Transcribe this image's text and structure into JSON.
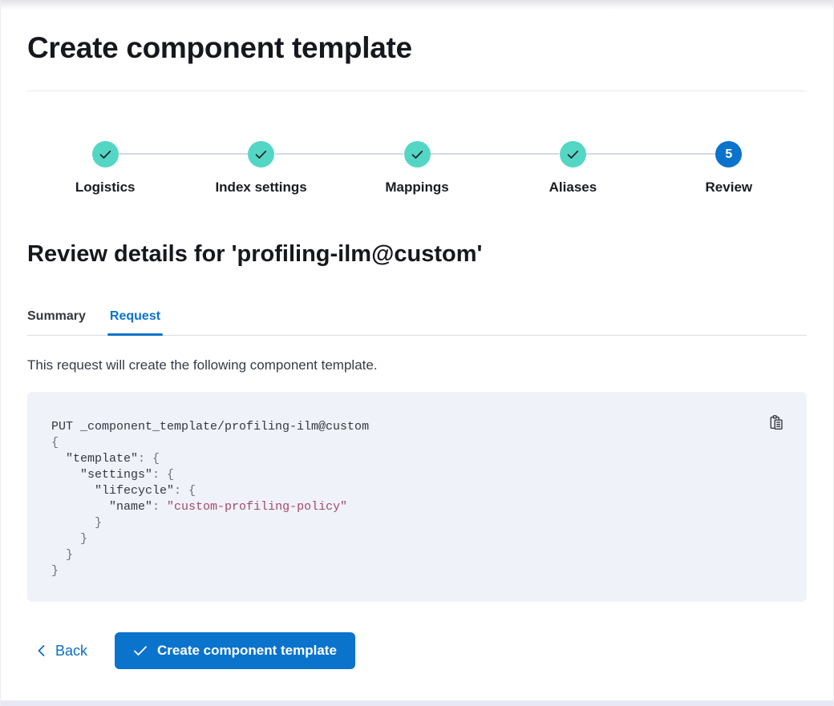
{
  "page": {
    "title": "Create component template"
  },
  "stepper": {
    "steps": [
      {
        "label": "Logistics",
        "status": "complete"
      },
      {
        "label": "Index settings",
        "status": "complete"
      },
      {
        "label": "Mappings",
        "status": "complete"
      },
      {
        "label": "Aliases",
        "status": "complete"
      },
      {
        "label": "Review",
        "status": "current",
        "number": "5"
      }
    ]
  },
  "review": {
    "heading": "Review details for 'profiling-ilm@custom'",
    "tabs": [
      {
        "label": "Summary",
        "active": false
      },
      {
        "label": "Request",
        "active": true
      }
    ],
    "description": "This request will create the following component template."
  },
  "code": {
    "copy_icon": "copy-clipboard-icon",
    "lines": [
      [
        {
          "t": "PUT _component_template/profiling-ilm@custom",
          "c": "k"
        }
      ],
      [
        {
          "t": "{",
          "c": "g"
        }
      ],
      [
        {
          "t": "  \"template\"",
          "c": "k"
        },
        {
          "t": ": {",
          "c": "g"
        }
      ],
      [
        {
          "t": "    \"settings\"",
          "c": "k"
        },
        {
          "t": ": {",
          "c": "g"
        }
      ],
      [
        {
          "t": "      \"lifecycle\"",
          "c": "k"
        },
        {
          "t": ": {",
          "c": "g"
        }
      ],
      [
        {
          "t": "        \"name\"",
          "c": "k"
        },
        {
          "t": ": ",
          "c": "g"
        },
        {
          "t": "\"custom-profiling-policy\"",
          "c": "s"
        }
      ],
      [
        {
          "t": "      }",
          "c": "g"
        }
      ],
      [
        {
          "t": "    }",
          "c": "g"
        }
      ],
      [
        {
          "t": "  }",
          "c": "g"
        }
      ],
      [
        {
          "t": "}",
          "c": "g"
        }
      ]
    ]
  },
  "footer": {
    "back_label": "Back",
    "submit_label": "Create component template"
  },
  "colors": {
    "step_complete_teal": "#54d6c5",
    "step_current_blue": "#0a73cc",
    "primary_button_blue": "#0a73cc",
    "link_blue": "#0a6cc8",
    "tab_active_blue": "#0a73cc",
    "code_background": "#f0f2fa",
    "code_string_rose": "#a34a68",
    "code_punct_gray": "#69707d",
    "text_dark": "#343741",
    "connector_gray": "#d3dae6",
    "bottom_strip": "#e7e8f4"
  }
}
